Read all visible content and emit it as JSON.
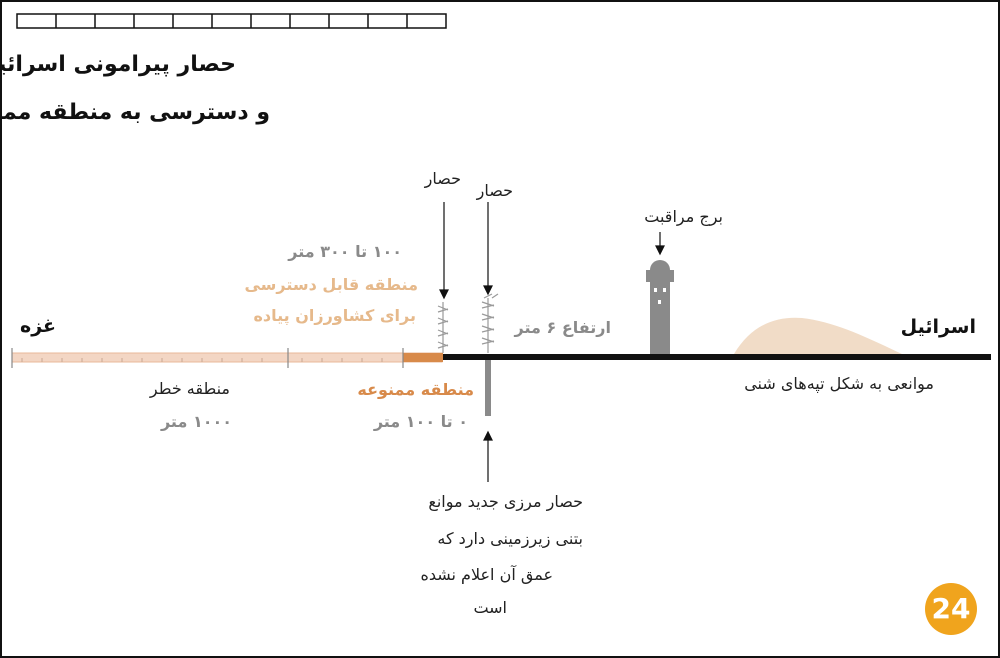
{
  "title": {
    "line1": "حصار پیرامونی اسرائیل",
    "line2": "و دسترسی به منطقه ممنوعه"
  },
  "places": {
    "gaza": "غزه",
    "israel": "اسرائیل"
  },
  "farmer_zone": {
    "range": "۱۰۰ تا ۳۰۰ متر",
    "line1": "منطقه قابل دسترسی",
    "line2": "برای کشاورزان پیاده"
  },
  "fences": {
    "fence1": "حصار",
    "fence2": "حصار",
    "height": "ارتفاع ۶ متر"
  },
  "tower": {
    "label": "برج مراقبت"
  },
  "danger_zone": {
    "label": "منطقه خطر",
    "range": "۱۰۰۰ متر"
  },
  "forbidden_zone": {
    "label": "منطقه ممنوعه",
    "range": "۰ تا ۱۰۰ متر"
  },
  "dunes": {
    "label": "موانعی به شکل تپه‌های شنی"
  },
  "underground": {
    "line1": "حصار مرزی جدید موانع",
    "line2": "بتنی زیرزمینی دارد که",
    "line3": "عمق آن اعلام نشده",
    "line4": "است"
  },
  "logo": {
    "text": "24"
  },
  "colors": {
    "ground_dark": "#111111",
    "ground_light": "#f3d6c4",
    "forbidden": "#d88a4a",
    "tan_text": "#e6b98b",
    "dune": "#f1dcc7",
    "tower": "#8a8a8a",
    "logo": "#f0a41d"
  },
  "icons": [
    "barbed-wire-fence-icon",
    "watchtower-icon",
    "arrow-down-icon",
    "arrow-up-icon"
  ]
}
